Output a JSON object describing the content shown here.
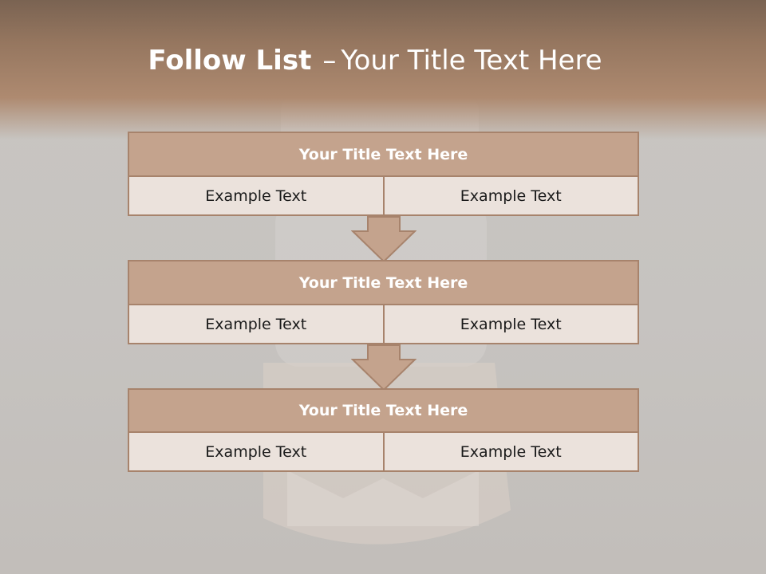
{
  "title": {
    "bold": "Follow List",
    "separator": "–",
    "rest": "Your Title Text Here"
  },
  "blocks": [
    {
      "title": "Your Title Text Here",
      "cells": [
        "Example Text",
        "Example Text"
      ]
    },
    {
      "title": "Your Title Text Here",
      "cells": [
        "Example Text",
        "Example Text"
      ]
    },
    {
      "title": "Your Title Text Here",
      "cells": [
        "Example Text",
        "Example Text"
      ]
    }
  ],
  "colors": {
    "accent": "#c4a38d",
    "border": "#a7836c",
    "cell_bg": "#ebe2dc",
    "title_bar": "#95765f"
  }
}
